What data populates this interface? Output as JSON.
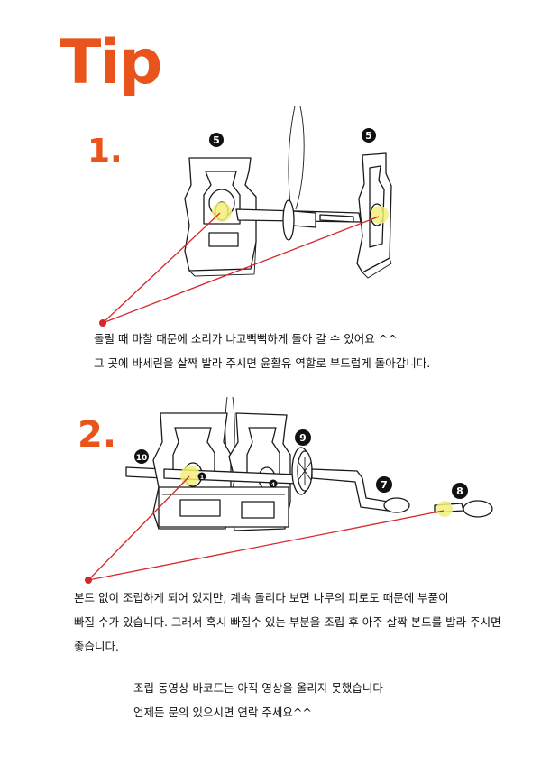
{
  "title": "Tip",
  "steps": [
    {
      "number": "1.",
      "badges": [
        "5",
        "5"
      ],
      "lines": [
        "돌릴 때 마찰 때문에 소리가 나고뻑뻑하게 돌아 갈 수 있어요 ^^",
        "그 곳에 바세린을 살짝 발라 주시면 윤활유 역할로  부드럽게 돌아갑니다."
      ]
    },
    {
      "number": "2.",
      "badges": [
        "10",
        "9",
        "7",
        "8",
        "1",
        "4"
      ],
      "lines": [
        "본드 없이 조립하게 되어 있지만, 계속 돌리다 보면 나무의 피로도 때문에 부품이",
        "빠질 수가 있습니다. 그래서 혹시 빠질수 있는 부분을 조립 후 아주 살짝 본드를 발라 주시면",
        "좋습니다."
      ]
    }
  ],
  "footer": [
    "조립 동영상 바코드는 아직 영상을 올리지 못했습니다",
    "언제든 문의 있으시면 연락 주세요^^"
  ],
  "colors": {
    "accent": "#e8541c",
    "pointer": "#d7262b",
    "highlight": "#f3f07a"
  }
}
